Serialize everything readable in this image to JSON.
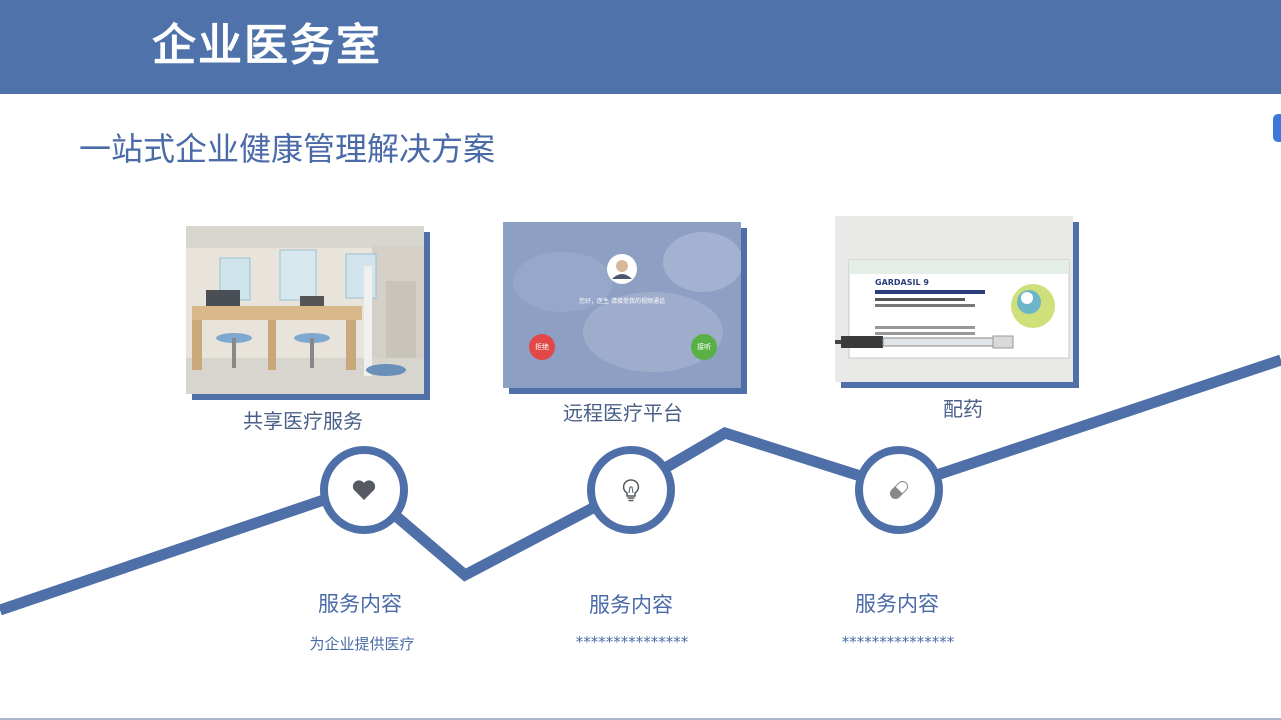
{
  "header": {
    "title": "企业医务室"
  },
  "subtitle": "一站式企业健康管理解决方案",
  "cards": [
    {
      "caption": "共享医疗服务"
    },
    {
      "caption": "远程医疗平台",
      "call_text": "您好，医生 请接受我的视频通话",
      "decline_label": "拒绝",
      "accept_label": "接听"
    },
    {
      "caption": "配药",
      "box_brand": "GARDASIL 9"
    }
  ],
  "services": [
    {
      "title": "服务内容",
      "desc": "为企业提供医疗",
      "icon": "heart-icon"
    },
    {
      "title": "服务内容",
      "desc": "***************",
      "icon": "lightbulb-icon"
    },
    {
      "title": "服务内容",
      "desc": "***************",
      "icon": "pill-icon"
    }
  ],
  "colors": {
    "banner": "#4f72aa",
    "accent": "#4f6fa8",
    "text": "#4a6aa8"
  }
}
